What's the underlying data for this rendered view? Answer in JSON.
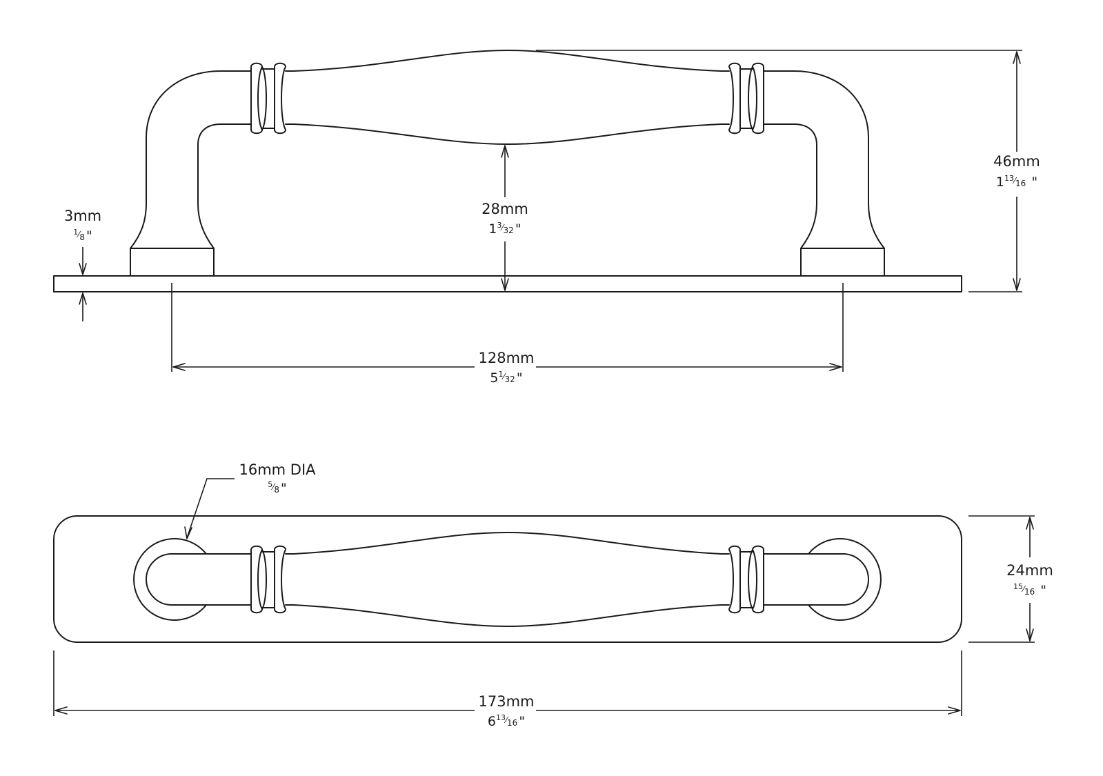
{
  "side_view": {
    "height": {
      "mm": "46mm",
      "whole": "1",
      "num": "13",
      "den": "16",
      "unit": "\""
    },
    "clearance": {
      "mm": "28mm",
      "whole": "1",
      "num": "3",
      "den": "32",
      "unit": "\""
    },
    "base_thickness": {
      "mm": "3mm",
      "whole": "",
      "num": "1",
      "den": "8",
      "unit": "\""
    },
    "hole_spacing": {
      "mm": "128mm",
      "whole": "5",
      "num": "1",
      "den": "32",
      "unit": "\""
    }
  },
  "top_view": {
    "rosette": {
      "mm": "16mm DIA",
      "whole": "",
      "num": "5",
      "den": "8",
      "unit": "\""
    },
    "width": {
      "mm": "24mm",
      "whole": "",
      "num": "15",
      "den": "16",
      "unit": "\""
    },
    "length": {
      "mm": "173mm",
      "whole": "6",
      "num": "13",
      "den": "16",
      "unit": "\""
    }
  }
}
